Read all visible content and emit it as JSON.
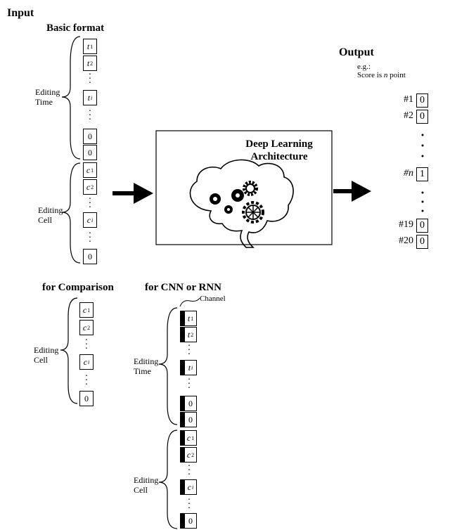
{
  "headings": {
    "input": "Input",
    "basic_format": "Basic format",
    "output": "Output",
    "for_comparison": "for Comparison",
    "for_cnn_rnn": "for CNN or RNN"
  },
  "labels": {
    "editing_time_1": "Editing",
    "editing_time_2": "Time",
    "editing_cell_1": "Editing",
    "editing_cell_2": "Cell",
    "channel": "Channel",
    "eg": "e.g.:",
    "score_prefix": "Score is ",
    "score_n": "n",
    "score_suffix": " point"
  },
  "box": {
    "title_1": "Deep  Learning",
    "title_2": "Architecture"
  },
  "cells": {
    "t": "t",
    "c": "c",
    "sub1": "1",
    "sub2": "2",
    "subi": "i",
    "zero": "0"
  },
  "output_rows": [
    {
      "label": "#1",
      "value": "0"
    },
    {
      "label": "#2",
      "value": "0"
    },
    {
      "label": "#n",
      "value": "1"
    },
    {
      "label": "#19",
      "value": "0"
    },
    {
      "label": "#20",
      "value": "0"
    }
  ]
}
